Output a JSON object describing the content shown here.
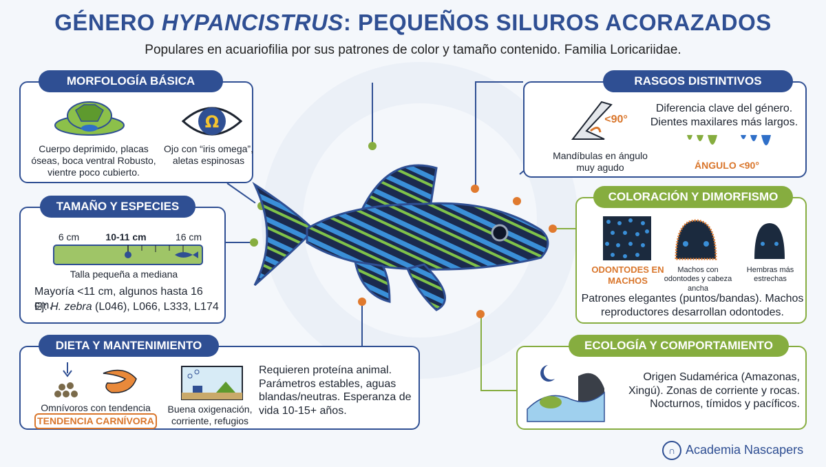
{
  "header": {
    "title_pre": "GÉNERO ",
    "title_italic": "HYPANCISTRUS",
    "title_post": ": PEQUEÑOS SILUROS ACORAZADOS",
    "subtitle": "Populares en acuariofilia por sus patrones de color y tamaño contenido. Familia Loricariidae."
  },
  "morfologia": {
    "title": "MORFOLOGÍA BÁSICA",
    "body_caption": "Cuerpo deprimido, placas óseas, boca ventral Robusto, vientre poco cubierto.",
    "eye_caption": "Ojo con “iris omega”, aletas espinosas",
    "omega": "Ω"
  },
  "tamano": {
    "title": "TAMAÑO Y ESPECIES",
    "ruler_labels": [
      "6 cm",
      "10-11 cm",
      "16 cm"
    ],
    "ruler_caption": "Talla pequeña a mediana",
    "line1": "Mayoría <11 cm, algunos hasta 16 cm.",
    "line2_pre": "Ej: ",
    "line2_italic": "H. zebra",
    "line2_post": " (L046), L066, L333, L174"
  },
  "dieta": {
    "title": "DIETA Y MANTENIMIENTO",
    "food_caption": "Omnívoros con tendencia",
    "food_highlight": "TENDENCIA CARNÍVORA",
    "tank_caption": "Buena oxigenación, corriente, refugios",
    "text": "Requieren proteína animal. Parámetros estables, aguas blandas/neutras. Esperanza de vida 10-15+ años."
  },
  "rasgos": {
    "title": "RASGOS DISTINTIVOS",
    "angle_label": "<90°",
    "jaw_caption": "Mandíbulas en ángulo muy agudo",
    "text": "Diferencia clave del género. Dientes maxilares más largos.",
    "angle_highlight": "ÁNGULO <90°"
  },
  "coloracion": {
    "title": "COLORACIÓN Y DIMORFISMO",
    "odontodes_label": "ODONTODES EN MACHOS",
    "male_caption": "Machos con odontodes y cabeza ancha",
    "female_caption": "Hembras más estrechas",
    "text": "Patrones elegantes (puntos/bandas). Machos reproductores desarrollan odontodes."
  },
  "ecologia": {
    "title": "ECOLOGÍA Y COMPORTAMIENTO",
    "text": "Origen Sudamérica (Amazonas, Xingú). Zonas de corriente y rocas. Nocturnos, tímidos y pacíficos."
  },
  "brand": {
    "name": "Academia Nascapers"
  },
  "colors": {
    "primary": "#2f4f93",
    "green": "#86ad3f",
    "orange": "#d9752a"
  }
}
